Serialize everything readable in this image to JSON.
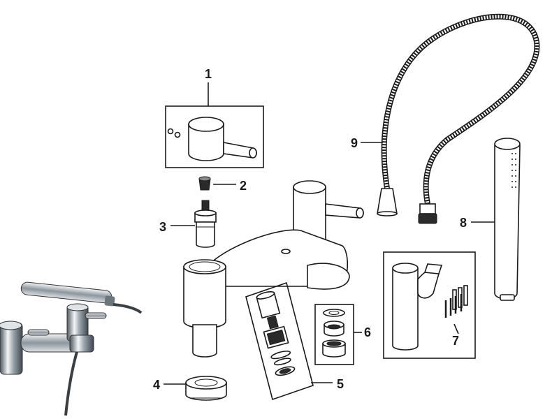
{
  "callouts": [
    {
      "id": "1",
      "label": "1"
    },
    {
      "id": "2",
      "label": "2"
    },
    {
      "id": "3",
      "label": "3"
    },
    {
      "id": "4",
      "label": "4"
    },
    {
      "id": "5",
      "label": "5"
    },
    {
      "id": "6",
      "label": "6"
    },
    {
      "id": "7",
      "label": "7"
    },
    {
      "id": "8",
      "label": "8"
    },
    {
      "id": "9",
      "label": "9"
    }
  ],
  "colors": {
    "line": "#1a1a1a",
    "background": "#ffffff",
    "chrome_light": "#e8ecef",
    "chrome_dark": "#5a6670"
  }
}
